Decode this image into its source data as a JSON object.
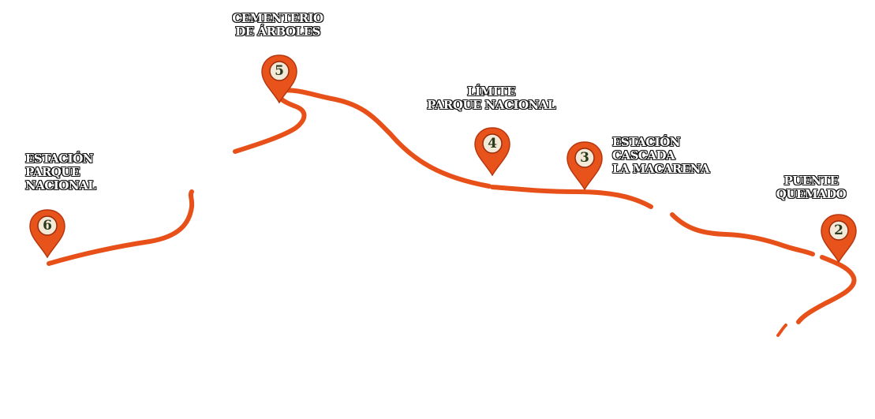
{
  "route": {
    "color": "#e8501a"
  },
  "pins": {
    "color": "#e8531c",
    "badge_color": "#f3e9d8",
    "items": [
      {
        "number": "6"
      },
      {
        "number": "5"
      },
      {
        "number": "4"
      },
      {
        "number": "3"
      },
      {
        "number": "2"
      }
    ]
  },
  "labels": {
    "estacion_parque_nacional": [
      "ESTACIÓN",
      "PARQUE",
      "NACIONAL"
    ],
    "cementerio_de_arboles": [
      "CEMENTERIO",
      "DE ÁRBOLES"
    ],
    "limite_parque_nacional": [
      "LÍMITE",
      "PARQUE NACIONAL"
    ],
    "estacion_cascada_la_macarena": [
      "ESTACIÓN",
      "CASCADA",
      "LA MACARENA"
    ],
    "puente_quemado": [
      "PUENTE",
      "QUEMADO"
    ]
  }
}
